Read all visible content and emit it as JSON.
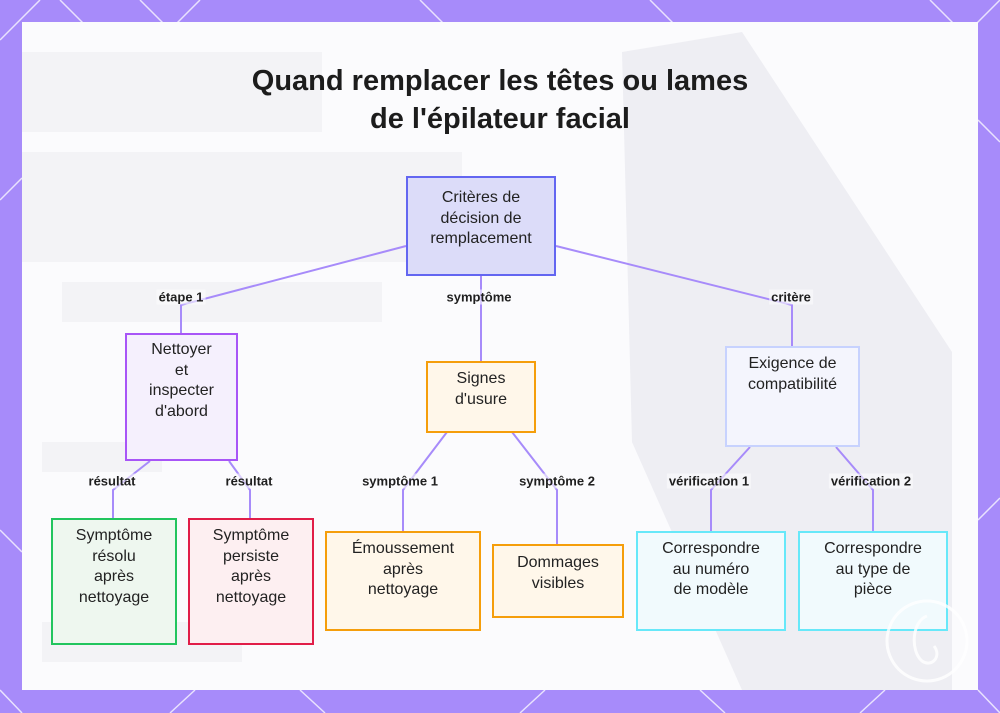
{
  "title": {
    "line1": "Quand remplacer les têtes ou lames",
    "line2": "de l'épilateur facial"
  },
  "nodes": {
    "root": [
      "Critères de",
      "décision de",
      "remplacement"
    ],
    "clean": [
      "Nettoyer",
      "et",
      "inspecter",
      "d'abord"
    ],
    "wear": [
      "Signes",
      "d'usure"
    ],
    "compat": [
      "Exigence de",
      "compatibilité"
    ],
    "resolved": [
      "Symptôme",
      "résolu",
      "après",
      "nettoyage"
    ],
    "persists": [
      "Symptôme",
      "persiste",
      "après",
      "nettoyage"
    ],
    "dull": [
      "Émoussement",
      "après",
      "nettoyage"
    ],
    "damage": [
      "Dommages",
      "visibles"
    ],
    "model": [
      "Correspondre",
      "au numéro",
      "de modèle"
    ],
    "parttype": [
      "Correspondre",
      "au type de",
      "pièce"
    ]
  },
  "edges": {
    "step1": "étape 1",
    "symptom": "symptôme",
    "criterion": "critère",
    "result_a": "résultat",
    "result_b": "résultat",
    "symptom1": "symptôme 1",
    "symptom2": "symptôme 2",
    "check1": "vérification 1",
    "check2": "vérification 2"
  },
  "colors": {
    "frame": "#a78bfa",
    "root": {
      "fill": "#dcdcf9",
      "stroke": "#6366f1"
    },
    "clean": {
      "fill": "#f5f0fd",
      "stroke": "#a855f7"
    },
    "wear": {
      "fill": "#fff7ea",
      "stroke": "#f59e0b"
    },
    "compat": {
      "fill": "#f4f5fd",
      "stroke": "#c7d2fe"
    },
    "resolved": {
      "fill": "#eef7ef",
      "stroke": "#22c55e"
    },
    "persists": {
      "fill": "#fdeff1",
      "stroke": "#e11d48"
    },
    "dull": {
      "fill": "#fff7ea",
      "stroke": "#f59e0b"
    },
    "damage": {
      "fill": "#fff7ea",
      "stroke": "#f59e0b"
    },
    "model": {
      "fill": "#f1fafd",
      "stroke": "#67e8f9"
    },
    "parttype": {
      "fill": "#f1fafd",
      "stroke": "#67e8f9"
    },
    "connector": "#a78bfa"
  }
}
